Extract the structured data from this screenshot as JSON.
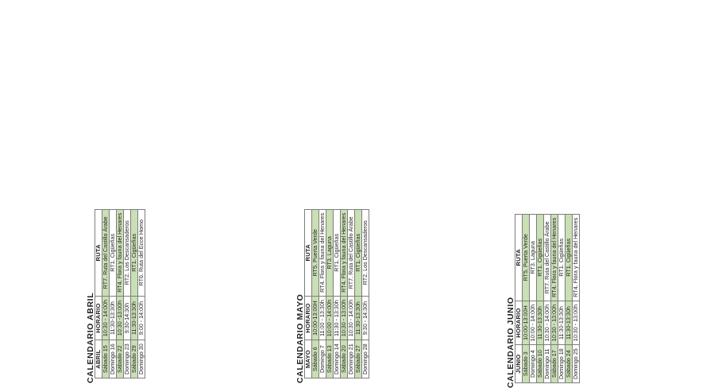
{
  "page": {
    "background_color": "#ffffff",
    "highlight_color": "#c9dfb4",
    "border_color": "#7e7e7e",
    "text_color": "#231f20"
  },
  "calendars": [
    {
      "title": "CALENDARIO ABRIL",
      "headers": {
        "day": "ABRIL",
        "time": "HORARIO",
        "route": "RUTA"
      },
      "rows": [
        {
          "day": "Sábado 15",
          "time": "10:30 - 14:00h",
          "route": "RT7. Ruta del Castillo Árabe",
          "highlight": true
        },
        {
          "day": "Domingo 16",
          "time": "11:30-13:30h",
          "route": "RT1. Cigüeñas",
          "highlight": false
        },
        {
          "day": "Sábado 22",
          "time": "10:30 -13:00h",
          "route": "RT4. Flora y fauna del Henares",
          "highlight": true
        },
        {
          "day": "Domingo 23",
          "time": "9:30-14:30h",
          "route": "RT2. Los Descansaderos",
          "highlight": false
        },
        {
          "day": "Sábado 29",
          "time": "11:30-13:30h",
          "route": "RT1. Cigüeñas",
          "highlight": true
        },
        {
          "day": "Domingo 30",
          "time": "9:00 - 14:00h",
          "route": "RT6. Ruta del Ecce Homo",
          "highlight": false
        }
      ]
    },
    {
      "title": "CALENDARIO MAYO",
      "headers": {
        "day": "MAYO",
        "time": "HORARIO",
        "route": "RUTA"
      },
      "rows": [
        {
          "day": "Sábado 6",
          "time": "10:00-13:00H",
          "route": "RT5. Puerta Verde",
          "highlight": true
        },
        {
          "day": "Domingo 7",
          "time": "11:00 - 13:30h",
          "route": "RT4. Flora y fauna del Henares",
          "highlight": false
        },
        {
          "day": "Sábado 13",
          "time": "10:00 - 14:00h",
          "route": "RT3. Laguna",
          "highlight": true
        },
        {
          "day": "Domingo 14",
          "time": "11:30 - 13:30h",
          "route": "RT1. Cigüeñas",
          "highlight": false
        },
        {
          "day": "Sábado 20",
          "time": "10:30 - 13:00h",
          "route": "RT4. Flora y fauna del Henares",
          "highlight": true
        },
        {
          "day": "Domingo 21",
          "time": "10:30 - 14:00h",
          "route": "RT7. Ruta del Castillo Árabe",
          "highlight": false
        },
        {
          "day": "Sábado 27",
          "time": "11:30-13:30h",
          "route": "RT1. Cigüeñas",
          "highlight": true
        },
        {
          "day": "Domingo 28",
          "time": "9:30 - 14:30h",
          "route": "RT2. Los Descansaderos",
          "highlight": false
        }
      ]
    },
    {
      "title": "CALENDARIO JUNIO",
      "headers": {
        "day": "JUNIO",
        "time": "HORARIO",
        "route": "RUTA"
      },
      "rows": [
        {
          "day": "Sábado 3",
          "time": "10:00-13:00H",
          "route": "RT5. Puerta Verde",
          "highlight": true
        },
        {
          "day": "Domingo 4",
          "time": "10:00 - 14:00h",
          "route": "RT3. Laguna",
          "highlight": false
        },
        {
          "day": "Sábado 10",
          "time": "11:30-13:30h",
          "route": "RT1. Cigüeñas",
          "highlight": true
        },
        {
          "day": "Domingo 11",
          "time": "10:30 - 14:00h",
          "route": "RT7. Ruta del Castillo Árabe",
          "highlight": false
        },
        {
          "day": "Sábado 17",
          "time": "10:30 - 13:00h",
          "route": "RT4. Flora y fauna del Henares",
          "highlight": true
        },
        {
          "day": "Domingo 18",
          "time": "11:30-13:30h",
          "route": "RT1. Cigüeñas",
          "highlight": false
        },
        {
          "day": "Sábado 24",
          "time": "11:30-13:30h",
          "route": "RT1. Cigüeñas",
          "highlight": true
        },
        {
          "day": "Domingo 25",
          "time": "10:30 - 13:00h",
          "route": "RT4. Flora y fauna del Henares",
          "highlight": false
        }
      ]
    }
  ]
}
